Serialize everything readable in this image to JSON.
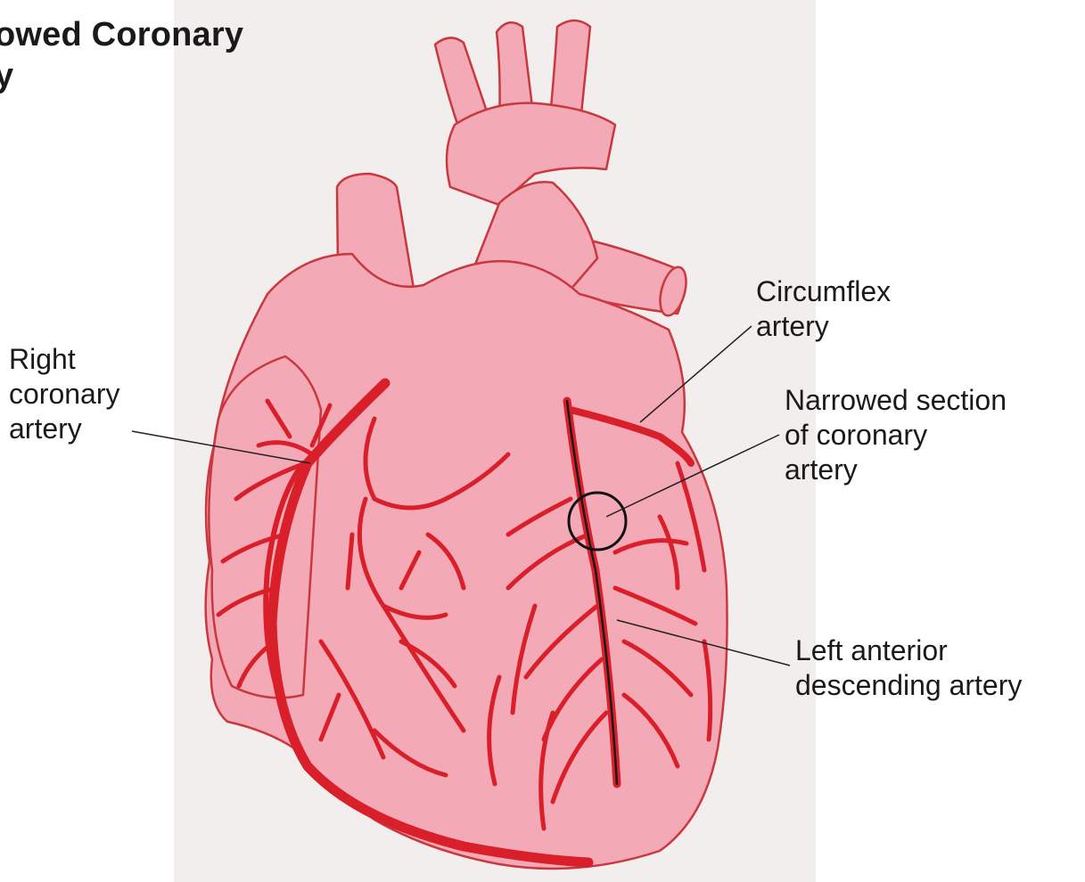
{
  "title": {
    "line1": "owed Coronary",
    "line2": "y"
  },
  "labels": {
    "right_coronary": [
      "Right",
      "coronary",
      "artery"
    ],
    "circumflex": [
      "Circumflex",
      "artery"
    ],
    "narrowed": [
      "Narrowed section",
      "of coronary",
      "artery"
    ],
    "lad": [
      "Left anterior",
      "descending artery"
    ]
  },
  "colors": {
    "heart_fill": "#f3a9b6",
    "heart_outline": "#c9383f",
    "artery": "#d91f2a",
    "leader_line": "#222222",
    "text": "#1a1a1a"
  }
}
